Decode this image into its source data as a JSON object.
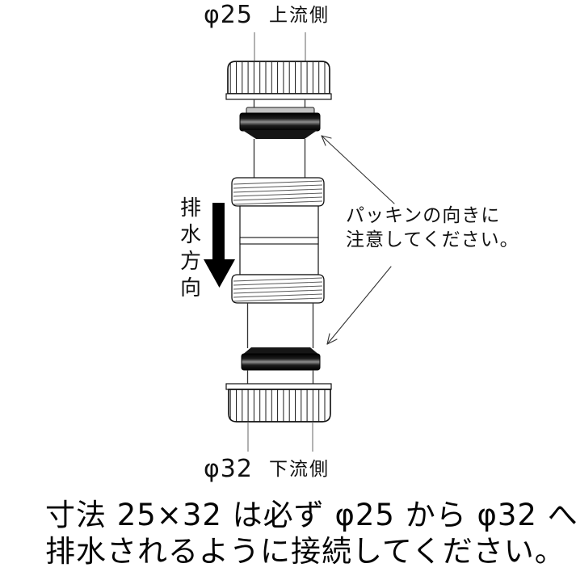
{
  "colors": {
    "background": "#ffffff",
    "ink": "#111111",
    "packing_dark": "#000000",
    "packing_highlight": "#8f8f8f",
    "leader_line": "#555555"
  },
  "labels": {
    "upstream": {
      "diameter": "φ25",
      "side": "上流側"
    },
    "downstream": {
      "diameter": "φ32",
      "side": "下流側"
    }
  },
  "flow": {
    "direction_text": "排水方向"
  },
  "packing_note": {
    "line1": "パッキンの向きに",
    "line2": "注意してください。"
  },
  "footer_note": {
    "line1": "寸法 25×32 は必ず φ25 から φ32 へ",
    "line2": "排水されるように接続してください。"
  }
}
